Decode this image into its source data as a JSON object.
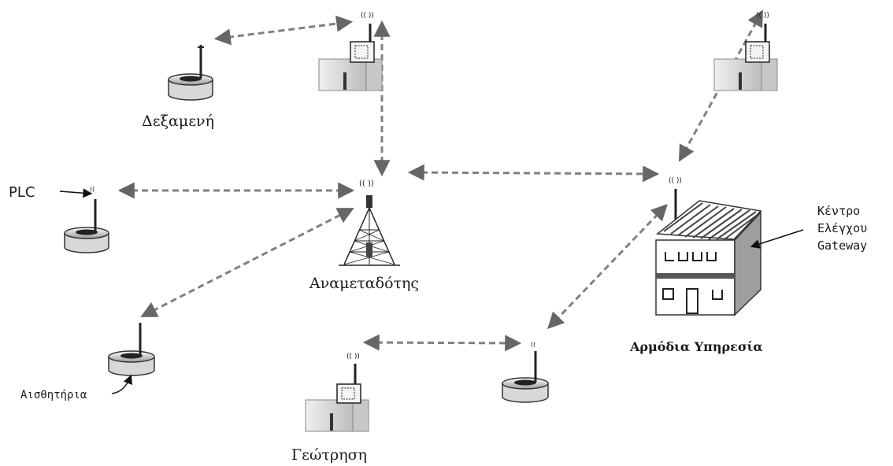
{
  "labels": {
    "tank": "Δεξαμενή",
    "plc": "PLC",
    "repeater": "Αναμεταδότης",
    "sensors": "Αισθητήρια",
    "borehole": "Γεώτρηση",
    "authority": "Αρμόδια Υπηρεσία",
    "control_center_line1": "Κέντρο",
    "control_center_line2": "Ελέγχου",
    "control_center_line3": "Gateway"
  },
  "colors": {
    "link": "#808080",
    "arrow": "#666666",
    "outline": "#333333",
    "roof": "#555555"
  }
}
